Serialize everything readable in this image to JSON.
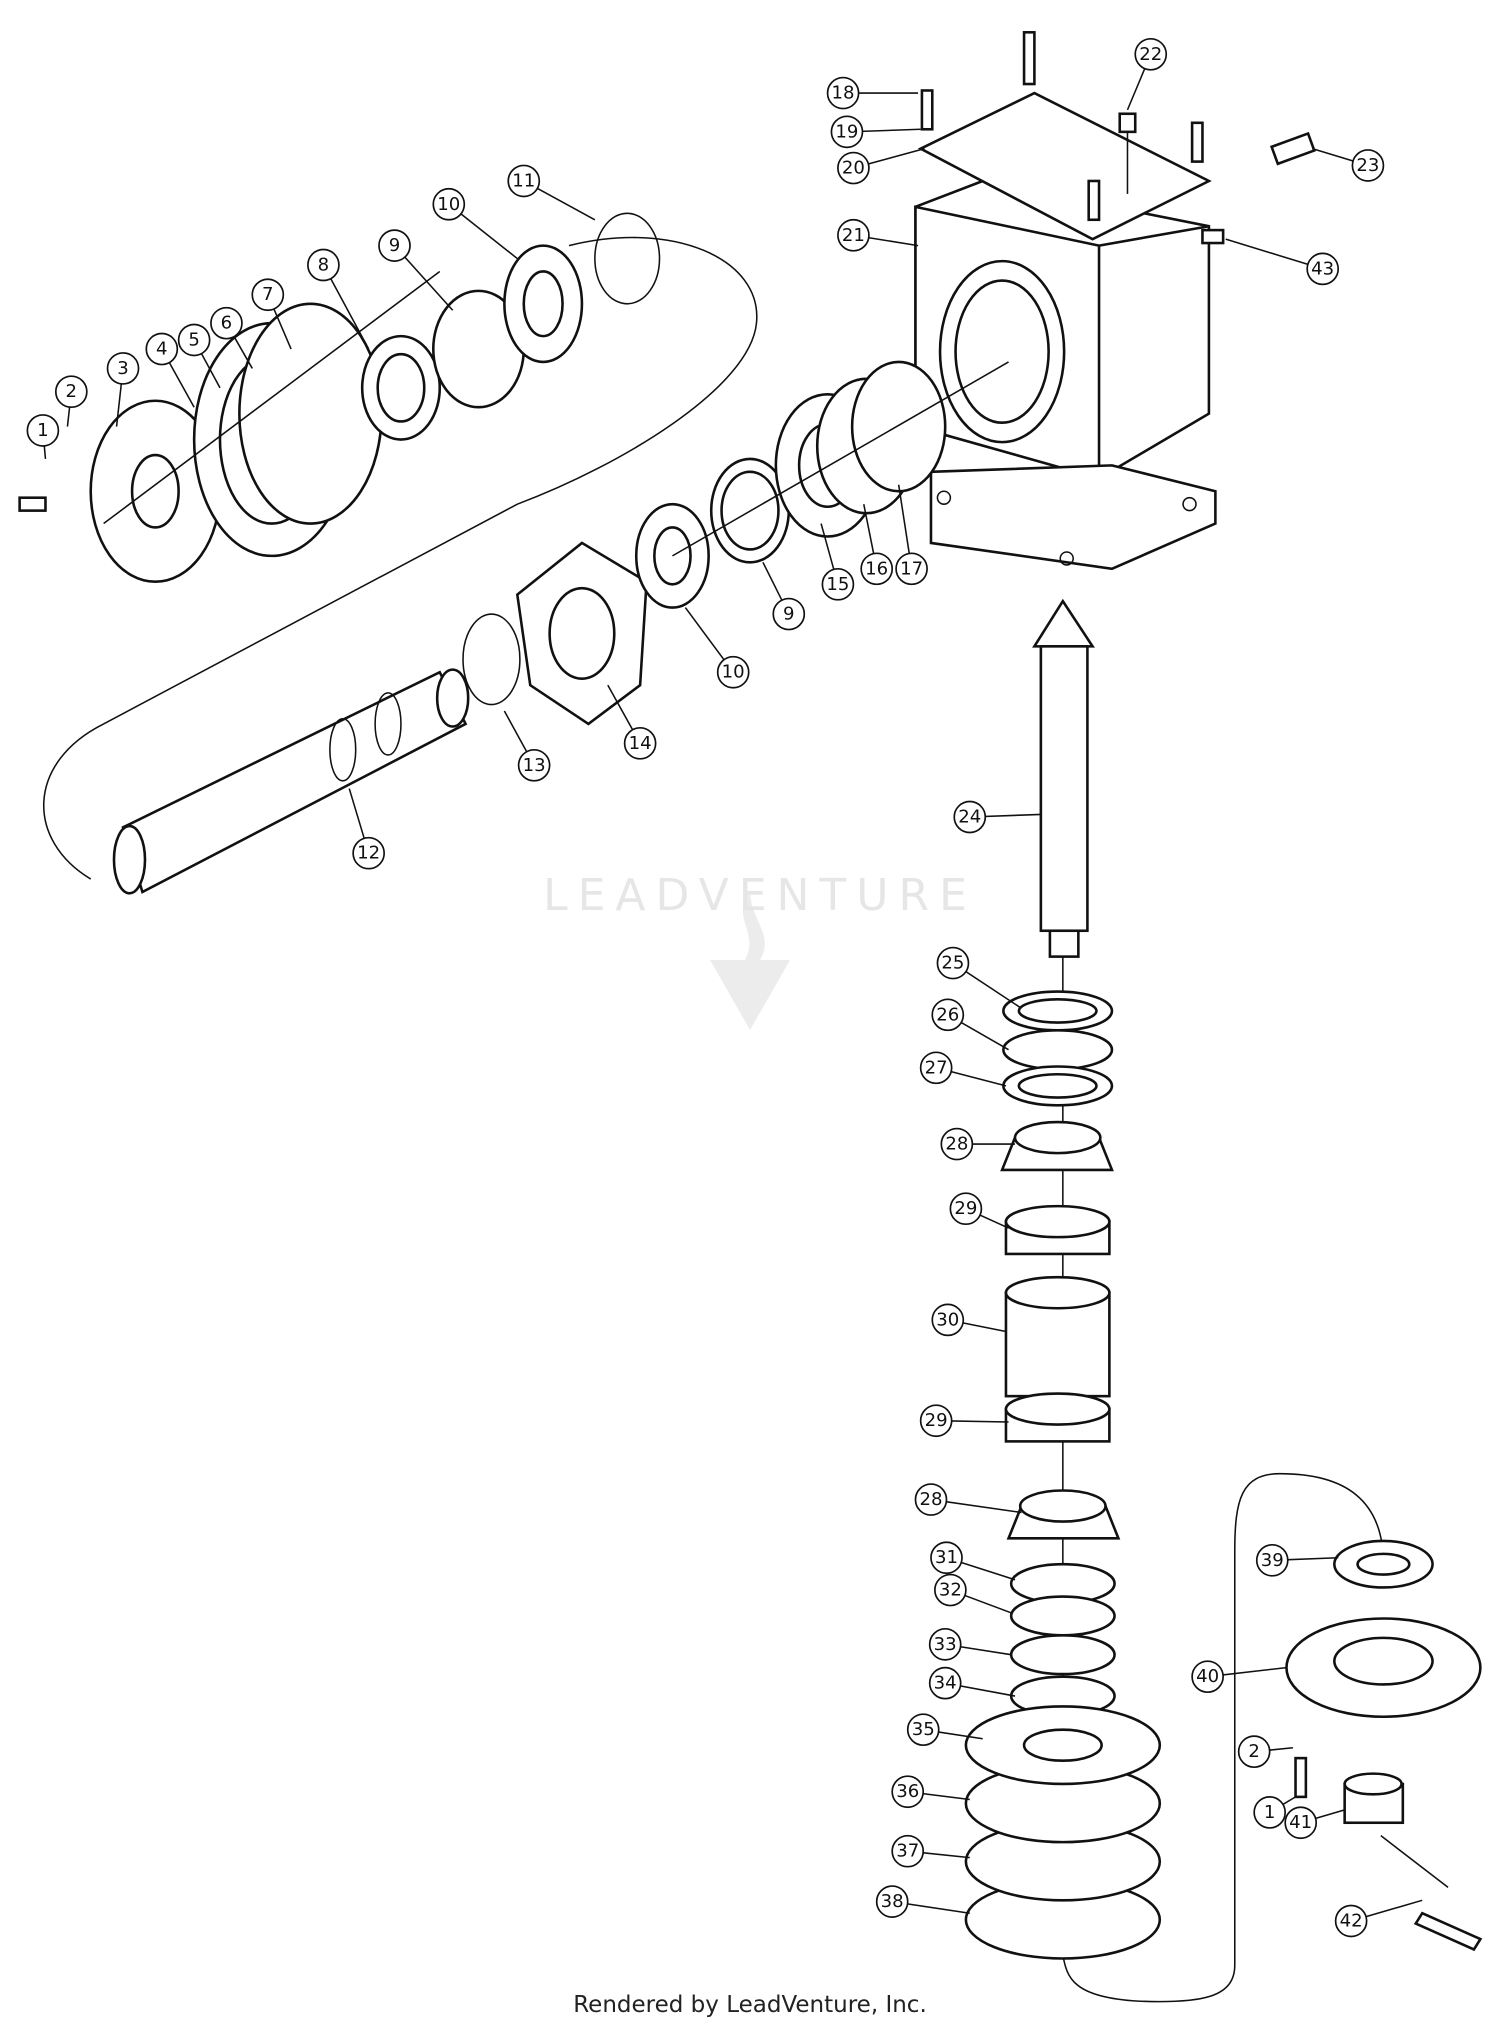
{
  "diagram": {
    "title": "Gearbox exploded parts diagram",
    "callouts": [
      {
        "id": "c1a",
        "label": "1"
      },
      {
        "id": "c2a",
        "label": "2"
      },
      {
        "id": "c3",
        "label": "3"
      },
      {
        "id": "c4",
        "label": "4"
      },
      {
        "id": "c5",
        "label": "5"
      },
      {
        "id": "c6",
        "label": "6"
      },
      {
        "id": "c7",
        "label": "7"
      },
      {
        "id": "c8",
        "label": "8"
      },
      {
        "id": "c9a",
        "label": "9"
      },
      {
        "id": "c10a",
        "label": "10"
      },
      {
        "id": "c11",
        "label": "11"
      },
      {
        "id": "c12",
        "label": "12"
      },
      {
        "id": "c13",
        "label": "13"
      },
      {
        "id": "c14",
        "label": "14"
      },
      {
        "id": "c10b",
        "label": "10"
      },
      {
        "id": "c9b",
        "label": "9"
      },
      {
        "id": "c15",
        "label": "15"
      },
      {
        "id": "c16",
        "label": "16"
      },
      {
        "id": "c17",
        "label": "17"
      },
      {
        "id": "c18",
        "label": "18"
      },
      {
        "id": "c19",
        "label": "19"
      },
      {
        "id": "c20",
        "label": "20"
      },
      {
        "id": "c21",
        "label": "21"
      },
      {
        "id": "c22",
        "label": "22"
      },
      {
        "id": "c23",
        "label": "23"
      },
      {
        "id": "c43",
        "label": "43"
      },
      {
        "id": "c24",
        "label": "24"
      },
      {
        "id": "c25",
        "label": "25"
      },
      {
        "id": "c26",
        "label": "26"
      },
      {
        "id": "c27",
        "label": "27"
      },
      {
        "id": "c28a",
        "label": "28"
      },
      {
        "id": "c29a",
        "label": "29"
      },
      {
        "id": "c30",
        "label": "30"
      },
      {
        "id": "c29b",
        "label": "29"
      },
      {
        "id": "c28b",
        "label": "28"
      },
      {
        "id": "c31",
        "label": "31"
      },
      {
        "id": "c32",
        "label": "32"
      },
      {
        "id": "c33",
        "label": "33"
      },
      {
        "id": "c34",
        "label": "34"
      },
      {
        "id": "c35",
        "label": "35"
      },
      {
        "id": "c36",
        "label": "36"
      },
      {
        "id": "c37",
        "label": "37"
      },
      {
        "id": "c38",
        "label": "38"
      },
      {
        "id": "c39",
        "label": "39"
      },
      {
        "id": "c40",
        "label": "40"
      },
      {
        "id": "c2b",
        "label": "2"
      },
      {
        "id": "c1b",
        "label": "1"
      },
      {
        "id": "c41",
        "label": "41"
      },
      {
        "id": "c42",
        "label": "42"
      }
    ]
  },
  "watermark": {
    "text": "LEADVENTURE"
  },
  "footer": {
    "text": "Rendered by LeadVenture, Inc."
  }
}
